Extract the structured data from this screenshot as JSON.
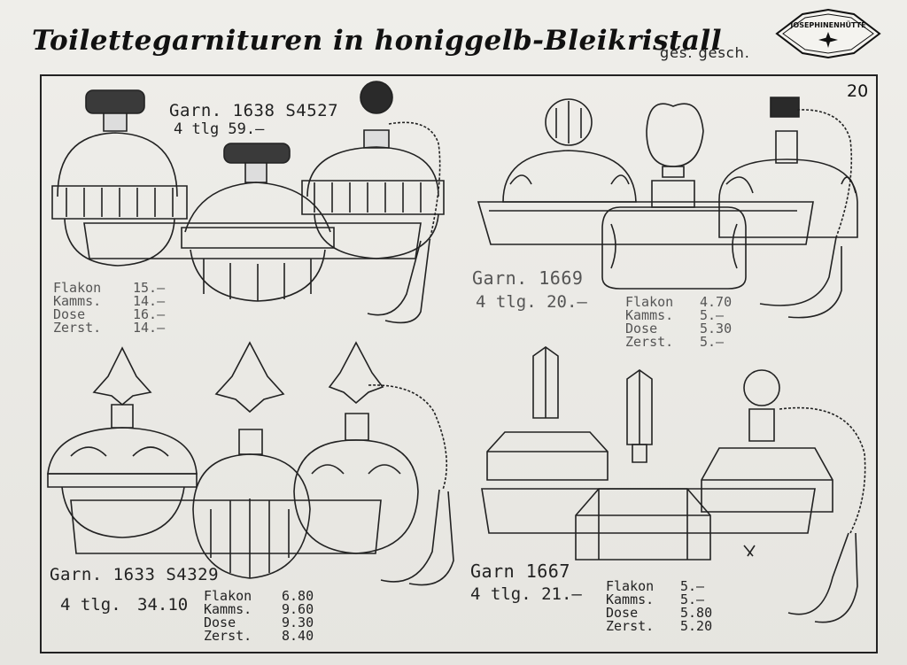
{
  "header": {
    "title": "Toilettegarnituren in honiggelb-Bleikristall",
    "subtitle": "ges. gesch.",
    "logo_text": "JOSEPHINENHÜTTE",
    "page_number": "20"
  },
  "sets": [
    {
      "name": "Garn. 1638 S4527",
      "pieces_price": "4 tlg 59.–",
      "items": [
        {
          "label": "Flakon",
          "value": "15.–"
        },
        {
          "label": "Kamms.",
          "value": "14.–"
        },
        {
          "label": "Dose",
          "value": "16.–"
        },
        {
          "label": "Zerst.",
          "value": "14.–"
        }
      ]
    },
    {
      "name": "Garn. 1669",
      "pieces_price": "4 tlg. 20.–",
      "items": [
        {
          "label": "Flakon",
          "value": "4.70"
        },
        {
          "label": "Kamms.",
          "value": "5.–"
        },
        {
          "label": "Dose",
          "value": "5.30"
        },
        {
          "label": "Zerst.",
          "value": "5.–"
        }
      ]
    },
    {
      "name": "Garn. 1633 S4329",
      "pieces": "4 tlg.",
      "price": "34.10",
      "items": [
        {
          "label": "Flakon",
          "value": "6.80"
        },
        {
          "label": "Kamms.",
          "value": "9.60"
        },
        {
          "label": "Dose",
          "value": "9.30"
        },
        {
          "label": "Zerst.",
          "value": "8.40"
        }
      ]
    },
    {
      "name": "Garn 1667",
      "pieces_price": "4 tlg. 21.–",
      "items": [
        {
          "label": "Flakon",
          "value": "5.–"
        },
        {
          "label": "Kamms.",
          "value": "5.–"
        },
        {
          "label": "Dose",
          "value": "5.80"
        },
        {
          "label": "Zerst.",
          "value": "5.20"
        }
      ]
    }
  ]
}
